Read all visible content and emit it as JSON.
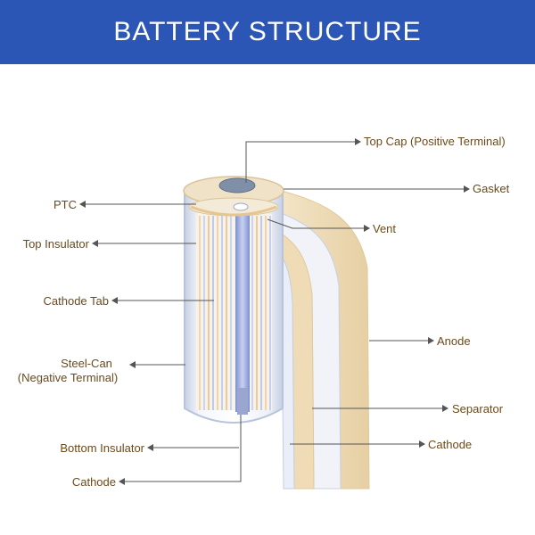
{
  "header": {
    "title": "BATTERY STRUCTURE",
    "background": "#2b56b5",
    "text_color": "#ffffff"
  },
  "labels": {
    "top_cap": "Top Cap (Positive Terminal)",
    "gasket": "Gasket",
    "vent": "Vent",
    "anode": "Anode",
    "separator": "Separator",
    "cathode_right": "Cathode",
    "ptc": "PTC",
    "top_insulator": "Top Insulator",
    "cathode_tab": "Cathode Tab",
    "steel_can_line1": "Steel-Can",
    "steel_can_line2": "(Negative Terminal)",
    "bottom_insulator": "Bottom Insulator",
    "cathode_left": "Cathode"
  },
  "colors": {
    "label_text": "#6b4a1c",
    "leader_line": "#555555",
    "anode_sheet": "#ecd9b4",
    "separator_sheet": "#eef2f9",
    "cathode_sheet": "#e7ecf6",
    "can_outline": "#b8c4da"
  }
}
